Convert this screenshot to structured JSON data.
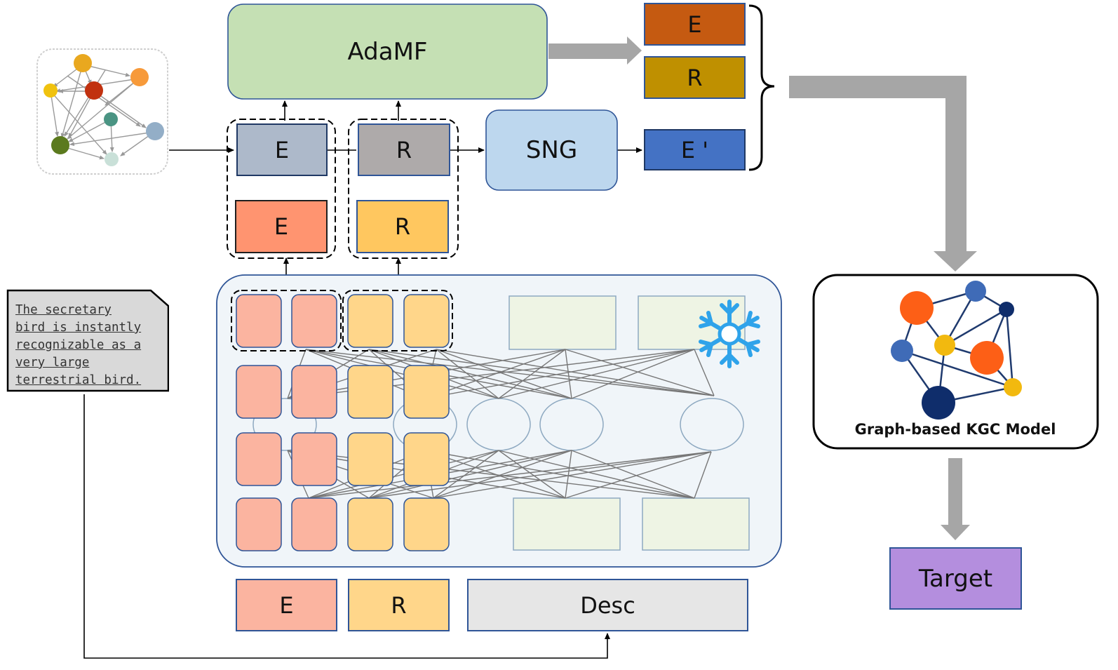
{
  "adamf": {
    "label": "AdaMF"
  },
  "sng": {
    "label": "SNG"
  },
  "entity_label": "E",
  "relation_label": "R",
  "entity_prime_label": "E '",
  "desc_label": "Desc",
  "target_label": "Target",
  "kgc_model_label": "Graph-based KGC Model",
  "description_text": "The secretary\nbird is instantly\nrecognizable as a\nvery large\nterrestrial bird.",
  "freeze_icon": "snowflake-icon",
  "colors": {
    "adamf": "#c5e0b4",
    "sng": "#bdd7ee",
    "entity_gray": "#adb9ca",
    "relation_gray": "#aeaaaa",
    "entity_orange": "#ff9470",
    "relation_yellow": "#ffc75f",
    "fused_entity": "#c55a11",
    "fused_relation": "#bf9000",
    "entity_prime": "#4472c4",
    "token_entity": "#fbb4a0",
    "token_relation": "#ffd68a",
    "desc": "#e6e6e6",
    "target": "#b48ede",
    "arrow_gray": "#a6a6a6"
  }
}
